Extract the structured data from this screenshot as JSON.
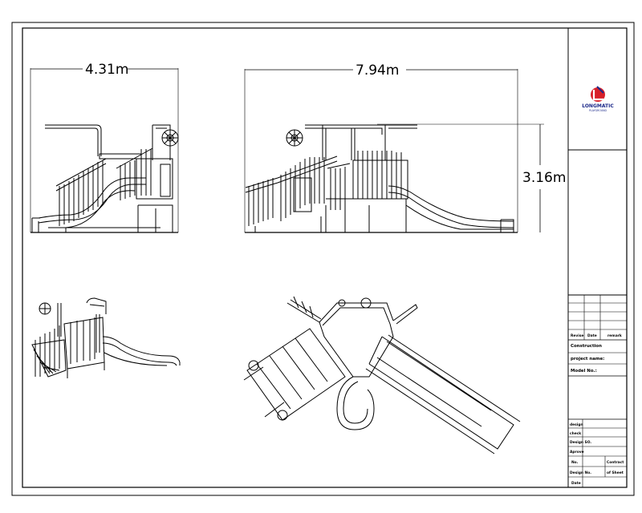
{
  "drawing": {
    "dimensions": {
      "side_width": "4.31m",
      "front_width": "7.94m",
      "height": "3.16m"
    }
  },
  "title_block": {
    "logo": {
      "name": "LONGMATIC",
      "subtitle": "PLAYGROUND",
      "colors": {
        "red": "#d8202a",
        "blue": "#1d2a8a"
      }
    },
    "revision_headers": {
      "revise": "Revise",
      "date": "Date",
      "remark": "remark"
    },
    "construction_label": "Construction",
    "project_name_label": "project name:",
    "model_no_label": "Model No.:",
    "signoff_rows": [
      "design",
      "check",
      "Design SO.",
      "Aprove",
      "No.",
      "Design No.",
      "Date"
    ],
    "signoff_right": {
      "contract": "Contract",
      "scale": "of Sheet"
    }
  }
}
